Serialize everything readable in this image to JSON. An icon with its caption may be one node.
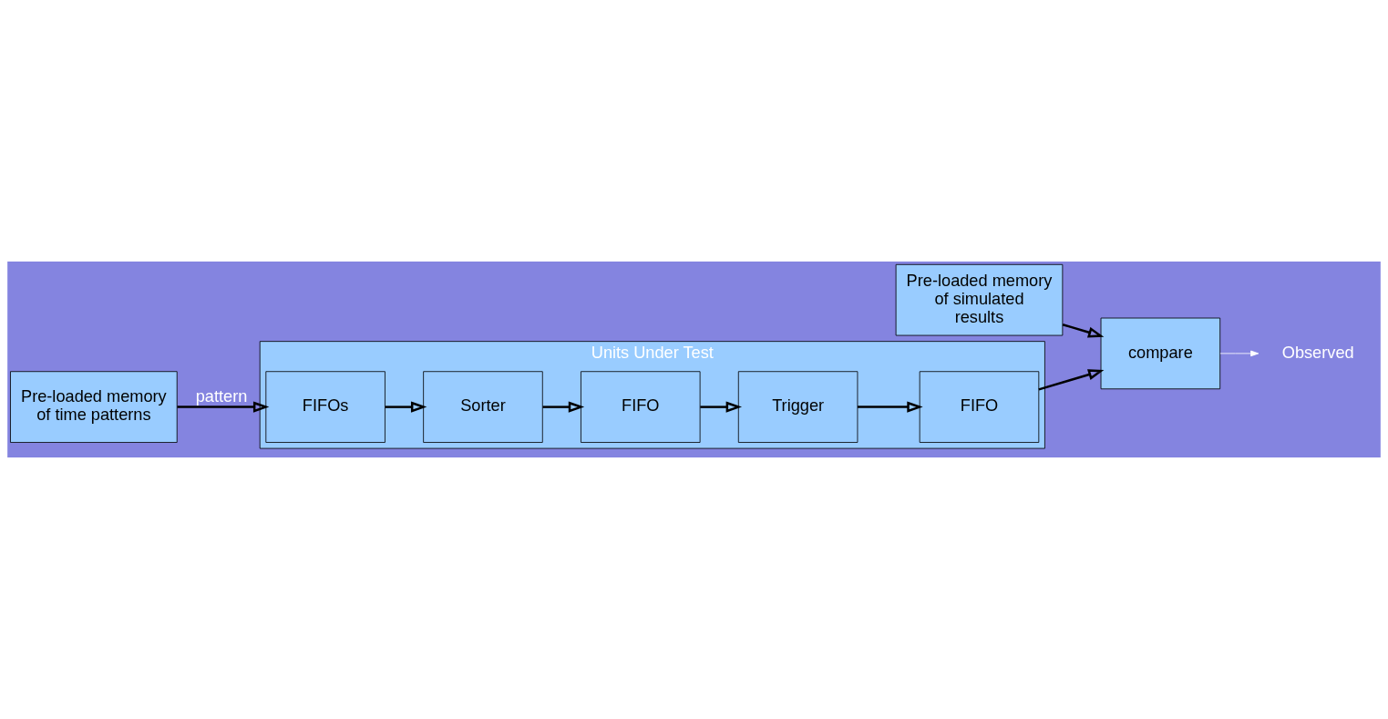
{
  "diagram": {
    "nodes": [
      {
        "text": [
          "Units Under Test"
        ]
      },
      {
        "text": [
          "Pre-loaded memory of time patterns"
        ]
      },
      {
        "text": [
          "FIFOs"
        ],
        "in": 0
      },
      {
        "text": [
          "Sorter"
        ],
        "in": 0
      },
      {
        "text": [
          "FIFO"
        ],
        "in": 0
      },
      {
        "text": [
          "Pre-loaded memory of simulated results"
        ]
      },
      {
        "text": [
          "compare"
        ]
      },
      {
        "text": [
          "FIFO"
        ],
        "in": 0
      },
      {
        "text": [
          "Trigger"
        ],
        "in": 0
      },
      {
        "text": [
          "Observed"
        ]
      }
    ],
    "edges": [
      {
        "from": 1,
        "to": 2,
        "arrow": "to",
        "label": "pattern"
      },
      {
        "from": 2,
        "to": 3,
        "arrow": "to"
      },
      {
        "from": 3,
        "to": 4,
        "arrow": "to"
      },
      {
        "from": 4,
        "to": 8,
        "arrow": "to"
      },
      {
        "from": 8,
        "to": 7,
        "arrow": "to"
      },
      {
        "from": 7,
        "to": 6,
        "arrow": "to"
      },
      {
        "from": 5,
        "to": 6,
        "arrow": "to"
      },
      {
        "from": 6,
        "to": 9,
        "arrow": "to",
        "color": "#ffffff"
      }
    ]
  }
}
